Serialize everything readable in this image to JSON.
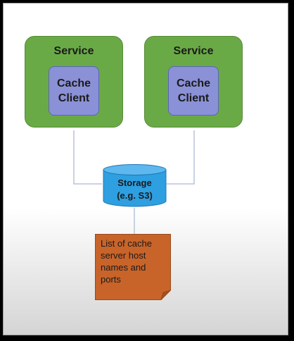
{
  "diagram": {
    "services": [
      {
        "title": "Service",
        "client_line1": "Cache",
        "client_line2": "Client"
      },
      {
        "title": "Service",
        "client_line1": "Cache",
        "client_line2": "Client"
      }
    ],
    "storage": {
      "line1": "Storage",
      "line2": "(e.g. S3)"
    },
    "note": {
      "lines": [
        "List of cache",
        "server host",
        "names and",
        "ports"
      ]
    }
  },
  "colors": {
    "service_fill": "#6aaa46",
    "cache_client_fill": "#8a91d6",
    "storage_fill": "#2e9fe0",
    "note_fill": "#c8642a",
    "connector": "#b8c4d8"
  }
}
